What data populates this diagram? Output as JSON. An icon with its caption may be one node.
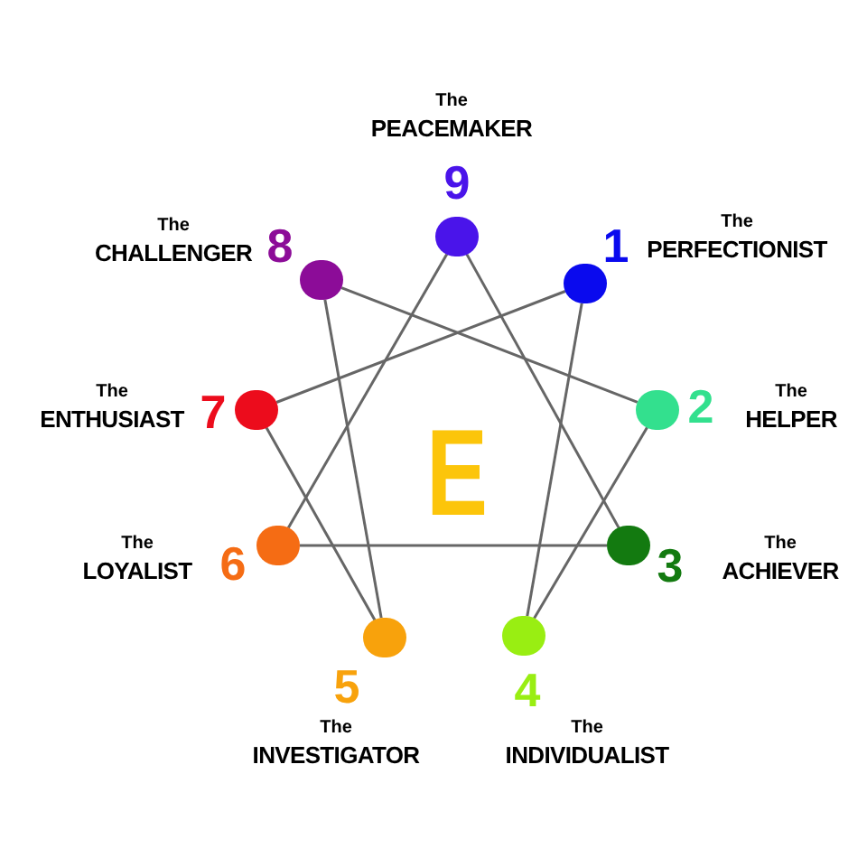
{
  "diagram": {
    "nodes": [
      {
        "text": [],
        "shape": "circle",
        "beside": [
          "9",
          "The PEACEMAKER"
        ]
      },
      {
        "text": [],
        "shape": "circle",
        "beside": [
          "1",
          "The PERFECTIONIST"
        ]
      },
      {
        "text": [],
        "shape": "circle",
        "beside": [
          "2",
          "The HELPER"
        ]
      },
      {
        "text": [],
        "shape": "circle",
        "beside": [
          "3",
          "The ACHIEVER"
        ]
      },
      {
        "text": [],
        "shape": "circle",
        "beside": [
          "4",
          "The INDIVIDUALIST"
        ]
      },
      {
        "text": [],
        "shape": "circle",
        "beside": [
          "5",
          "The INVESTIGATOR"
        ]
      },
      {
        "text": [],
        "shape": "circle",
        "beside": [
          "6",
          "The LOYALIST"
        ]
      },
      {
        "text": [],
        "shape": "circle",
        "beside": [
          "7",
          "The ENTHUSIAST"
        ]
      },
      {
        "text": [],
        "shape": "circle",
        "beside": [
          "8",
          "The CHALLENGER"
        ]
      }
    ],
    "edges": [
      {
        "from": 0,
        "to": 3,
        "arrow": "none"
      },
      {
        "from": 0,
        "to": 6,
        "arrow": "none"
      },
      {
        "from": 6,
        "to": 3,
        "arrow": "none"
      },
      {
        "from": 1,
        "to": 4,
        "arrow": "none"
      },
      {
        "from": 1,
        "to": 7,
        "arrow": "none"
      },
      {
        "from": 7,
        "to": 5,
        "arrow": "none"
      },
      {
        "from": 5,
        "to": 8,
        "arrow": "none"
      },
      {
        "from": 8,
        "to": 2,
        "arrow": "none"
      },
      {
        "from": 2,
        "to": 4,
        "arrow": "none"
      }
    ],
    "labels": [
      "E"
    ]
  }
}
